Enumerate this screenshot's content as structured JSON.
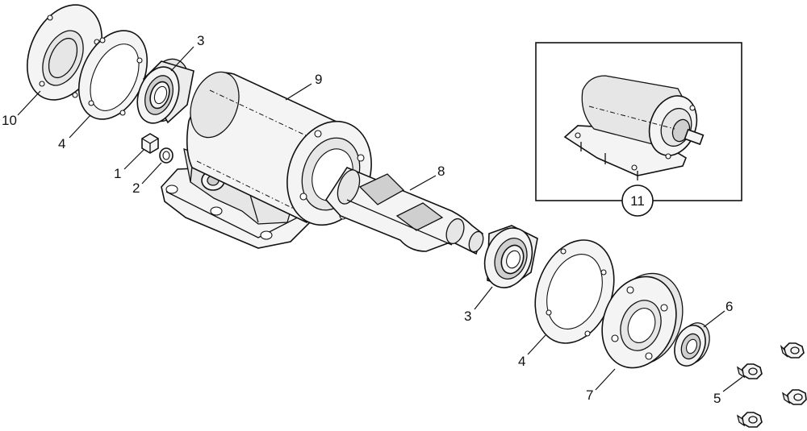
{
  "callouts": {
    "c10": "10",
    "c4a": "4",
    "c3a": "3",
    "c9": "9",
    "c1": "1",
    "c2": "2",
    "c8": "8",
    "c3b": "3",
    "c4b": "4",
    "c7": "7",
    "c6": "6",
    "c5": "5",
    "c11": "11"
  }
}
